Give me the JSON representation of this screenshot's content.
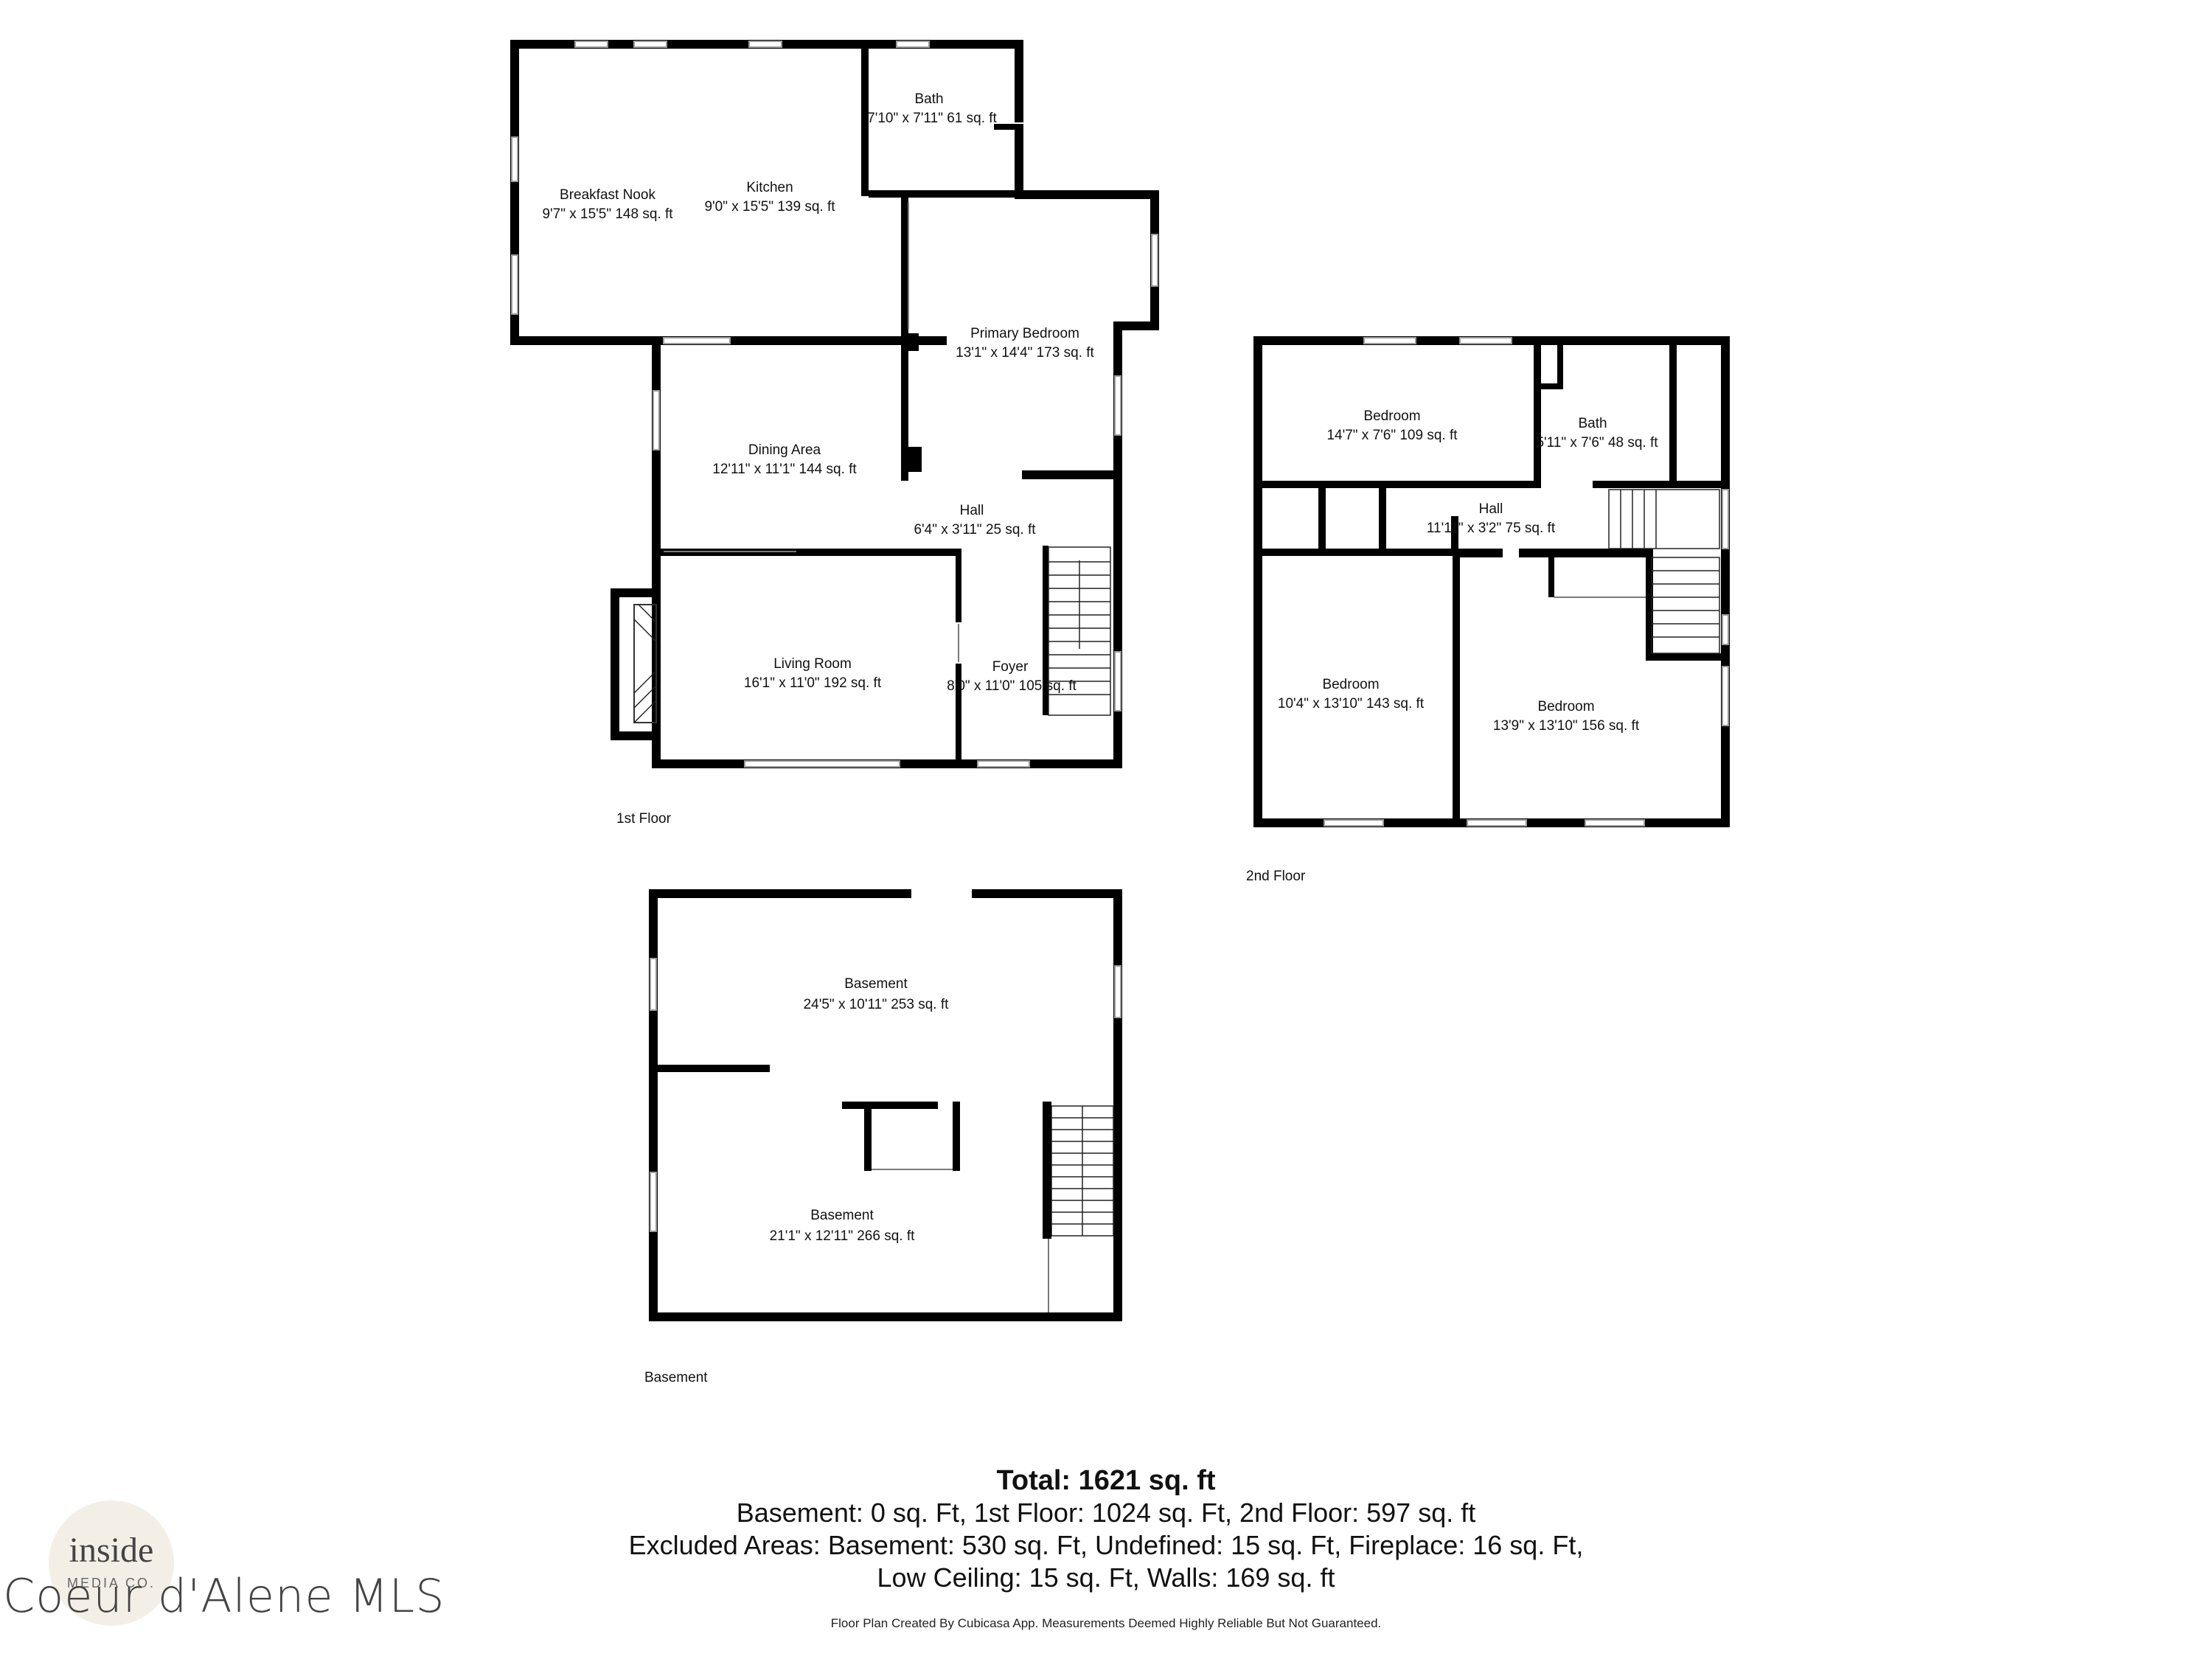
{
  "floors": {
    "first": {
      "label": "1st Floor",
      "rooms": [
        {
          "name": "Bath",
          "dims": "7'10\" x 7'11\" 61 sq. ft"
        },
        {
          "name": "Breakfast Nook",
          "dims": "9'7\" x 15'5\" 148 sq. ft"
        },
        {
          "name": "Kitchen",
          "dims": "9'0\" x 15'5\" 139 sq. ft"
        },
        {
          "name": "Primary Bedroom",
          "dims": "13'1\" x 14'4\" 173 sq. ft"
        },
        {
          "name": "Dining Area",
          "dims": "12'11\" x 11'1\" 144 sq. ft"
        },
        {
          "name": "Hall",
          "dims": "6'4\" x 3'11\" 25 sq. ft"
        },
        {
          "name": "Living Room",
          "dims": "16'1\" x 11'0\" 192 sq. ft"
        },
        {
          "name": "Foyer",
          "dims": "8'0\" x 11'0\" 105 sq. ft"
        }
      ]
    },
    "second": {
      "label": "2nd Floor",
      "rooms": [
        {
          "name": "Bedroom",
          "dims": "14'7\" x 7'6\" 109 sq. ft"
        },
        {
          "name": "Bath",
          "dims": "5'11\" x 7'6\" 48 sq. ft"
        },
        {
          "name": "Hall",
          "dims": "11'11\" x 3'2\" 75 sq. ft"
        },
        {
          "name": "Bedroom",
          "dims": "10'4\" x 13'10\" 143 sq. ft"
        },
        {
          "name": "Bedroom",
          "dims": "13'9\" x 13'10\" 156 sq. ft"
        }
      ]
    },
    "basement": {
      "label": "Basement",
      "rooms": [
        {
          "name": "Basement",
          "dims": "24'5\" x 10'11\" 253 sq. ft"
        },
        {
          "name": "Basement",
          "dims": "21'1\" x 12'11\" 266 sq. ft"
        }
      ]
    }
  },
  "totals": {
    "total": "Total: 1621 sq. ft",
    "line1": "Basement: 0 sq. Ft, 1st Floor: 1024 sq. Ft, 2nd Floor: 597 sq. ft",
    "line2": "Excluded Areas: Basement: 530 sq. Ft, Undefined: 15 sq. Ft, Fireplace: 16 sq. Ft,",
    "line3": "Low Ceiling: 15 sq. Ft, Walls: 169 sq. ft"
  },
  "disclaimer": "Floor Plan Created By Cubicasa App. Measurements Deemed Highly Reliable But Not Guaranteed.",
  "logo": {
    "word": "inside",
    "sub": "MEDIA CO."
  },
  "watermark": "Coeur d'Alene MLS"
}
